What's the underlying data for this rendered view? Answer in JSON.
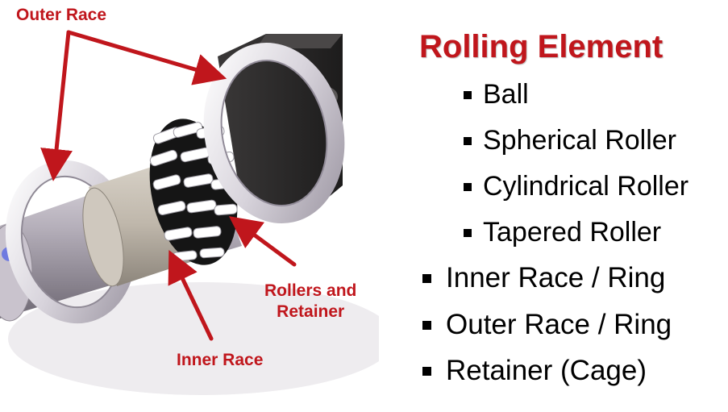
{
  "diagram": {
    "labels": {
      "outer_race": "Outer Race",
      "rollers_line1": "Rollers and",
      "rollers_line2": "Retainer",
      "inner_race": "Inner Race"
    }
  },
  "content": {
    "heading": "Rolling Element",
    "sub_bullets": [
      "Ball",
      "Spherical Roller",
      "Cylindrical Roller",
      "Tapered Roller"
    ],
    "main_bullets": [
      "Inner Race / Ring",
      "Outer Race / Ring",
      "Retainer (Cage)"
    ]
  },
  "colors": {
    "accent": "#c0161c",
    "text": "#000000",
    "background": "#ffffff"
  }
}
